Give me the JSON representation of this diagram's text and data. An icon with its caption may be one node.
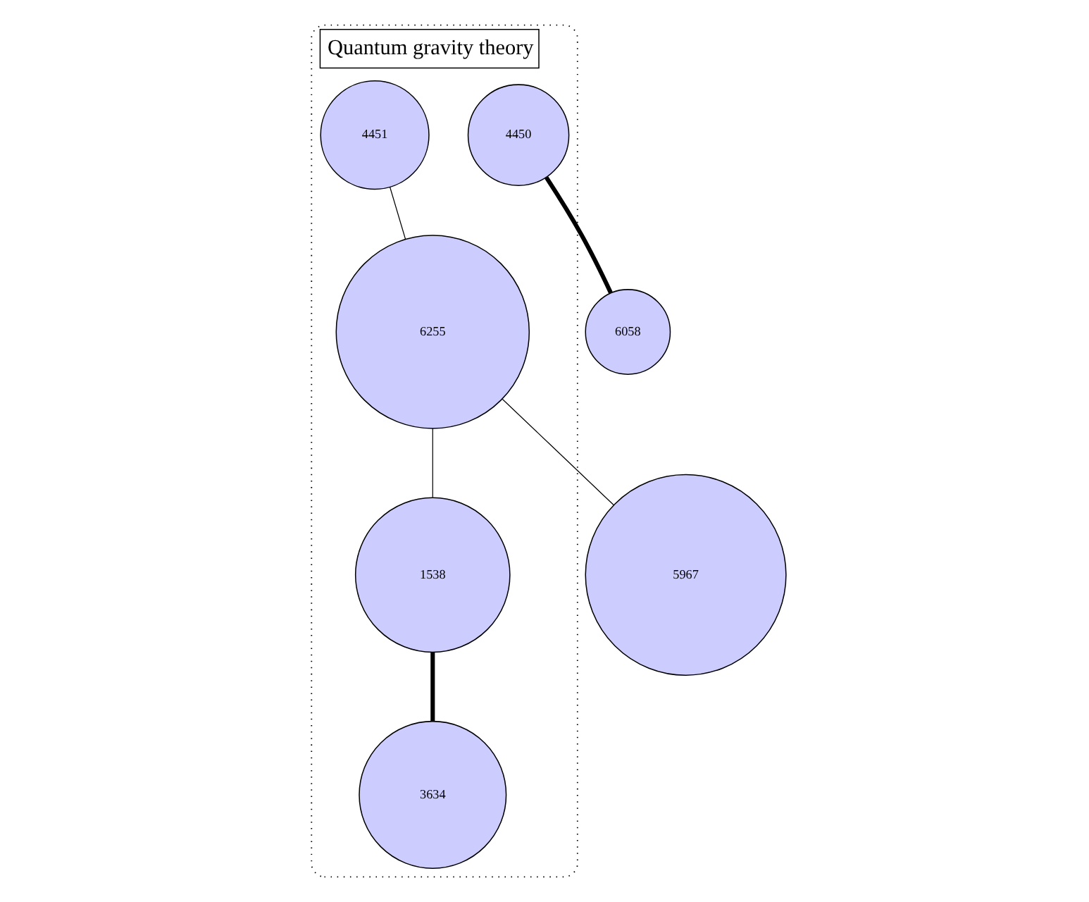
{
  "diagram": {
    "nodes": [
      {
        "text": [
          "Quantum gravity theory"
        ]
      },
      {
        "text": [
          "1538"
        ],
        "in": 0
      },
      {
        "text": [
          "4451"
        ],
        "in": 0
      },
      {
        "text": [
          "3634"
        ],
        "in": 0
      },
      {
        "text": [
          "6255"
        ],
        "in": 0
      },
      {
        "text": [
          "6058"
        ]
      },
      {
        "text": [
          "4450"
        ],
        "in": 0
      },
      {
        "text": [
          "5967"
        ]
      }
    ],
    "edges": [
      {
        "from": 2,
        "to": 4,
        "arrow": "none"
      },
      {
        "from": 4,
        "to": 1,
        "arrow": "none"
      },
      {
        "from": 1,
        "to": 3,
        "arrow": "none",
        "style": "thick"
      },
      {
        "from": 4,
        "to": 7,
        "arrow": "none"
      },
      {
        "from": 6,
        "to": 5,
        "arrow": "none",
        "style": "thick"
      }
    ]
  }
}
